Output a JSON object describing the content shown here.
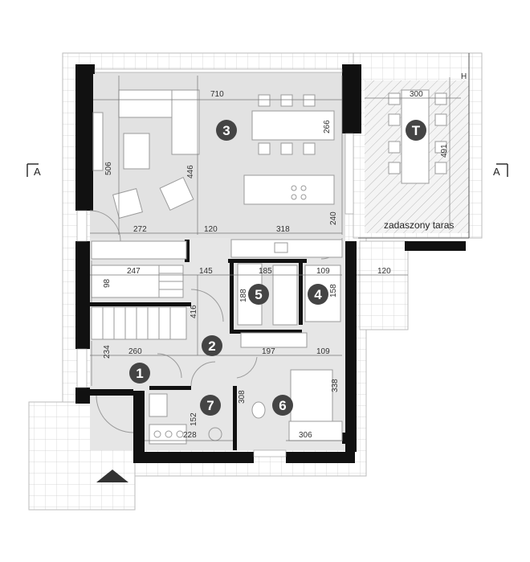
{
  "plan": {
    "section_marker": "A",
    "terrace_label": "zadaszony taras",
    "room_numbers": [
      "1",
      "2",
      "3",
      "4",
      "5",
      "6",
      "7",
      "T"
    ],
    "dimensions": {
      "d710": "710",
      "d266": "266",
      "d506": "506",
      "d446": "446",
      "d240": "240",
      "d272": "272",
      "d120a": "120",
      "d318": "318",
      "d300": "300",
      "d491": "491",
      "d120b": "120",
      "d247": "247",
      "d145": "145",
      "d185": "185",
      "d109a": "109",
      "d158": "158",
      "d98": "98",
      "d188": "188",
      "d416": "416",
      "d234": "234",
      "d260": "260",
      "d197": "197",
      "d109b": "109",
      "d308": "308",
      "d338": "338",
      "d152": "152",
      "d228": "228",
      "d306": "306"
    },
    "colors": {
      "wall": "#111111",
      "floor": "#e6e6e6",
      "marker_fill": "#444444",
      "paving_grid": "#cccccc",
      "terrace_hatch": "#bbbbbb"
    }
  }
}
